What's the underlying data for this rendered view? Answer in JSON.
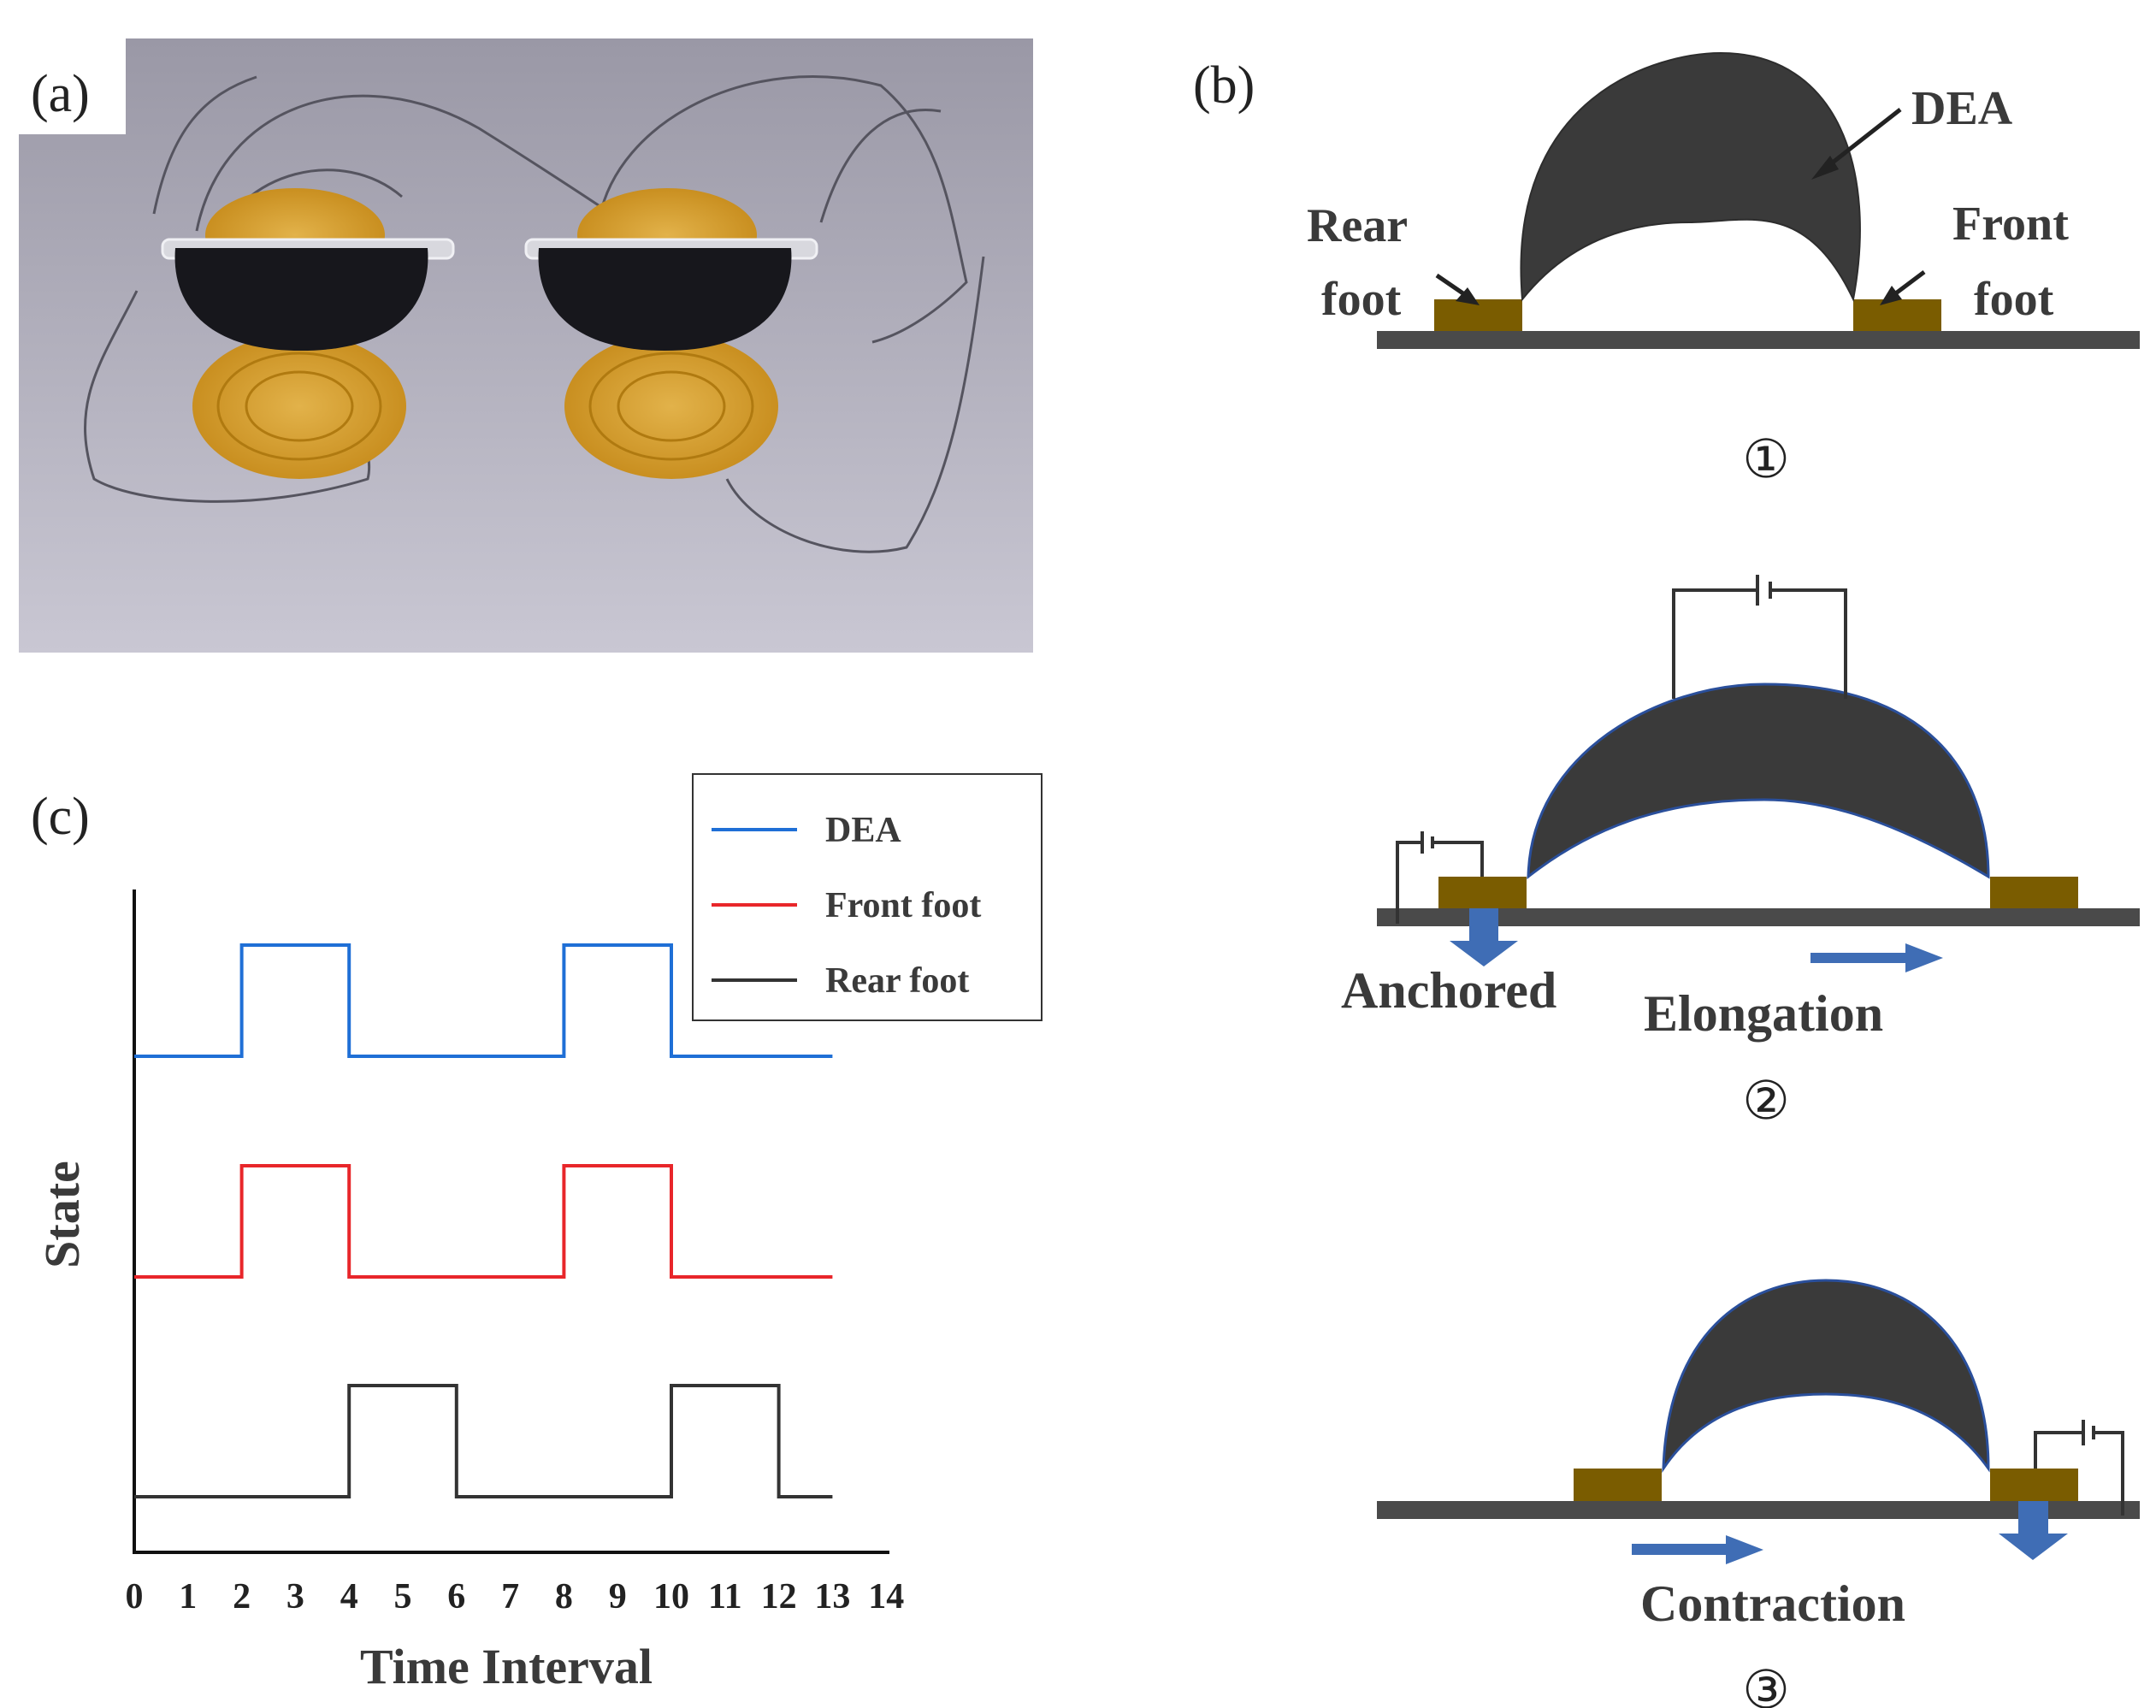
{
  "panel_a": {
    "label": "(a)"
  },
  "panel_b": {
    "label": "(b)",
    "stage1": {
      "dea_label": "DEA",
      "rear_foot_label": [
        "Rear",
        "foot"
      ],
      "front_foot_label": [
        "Front",
        "foot"
      ],
      "step": "①"
    },
    "stage2": {
      "anchored_label": "Anchored",
      "elongation_label": "Elongation",
      "step": "②"
    },
    "stage3": {
      "contraction_label": "Contraction",
      "step": "③"
    },
    "colors": {
      "dea_body": "#3a3a3a",
      "foot": "#7a5c00",
      "ground": "#4a4a4a",
      "arrow": "#3f6db5"
    }
  },
  "panel_c": {
    "label": "(c)"
  },
  "chart_data": {
    "type": "line",
    "title": "",
    "xlabel": "Time Interval",
    "ylabel": "State",
    "xlim": [
      0,
      14
    ],
    "xticks": [
      "0",
      "1",
      "2",
      "3",
      "4",
      "5",
      "6",
      "7",
      "8",
      "9",
      "10",
      "11",
      "12",
      "13",
      "14"
    ],
    "legend_position": "top-right",
    "series": [
      {
        "name": "DEA",
        "color": "#1f6fd6",
        "x": [
          0,
          2,
          2,
          4,
          4,
          8,
          8,
          10,
          10,
          13
        ],
        "y": [
          0,
          0,
          1,
          1,
          0,
          0,
          1,
          1,
          0,
          0
        ]
      },
      {
        "name": "Front foot",
        "color": "#e8262a",
        "x": [
          0,
          2,
          2,
          4,
          4,
          8,
          8,
          10,
          10,
          13
        ],
        "y": [
          0,
          0,
          1,
          1,
          0,
          0,
          1,
          1,
          0,
          0
        ]
      },
      {
        "name": "Rear foot",
        "color": "#333333",
        "x": [
          0,
          4,
          4,
          6,
          6,
          10,
          10,
          12,
          12,
          13
        ],
        "y": [
          0,
          0,
          1,
          1,
          0,
          0,
          1,
          1,
          0,
          0
        ]
      }
    ]
  }
}
